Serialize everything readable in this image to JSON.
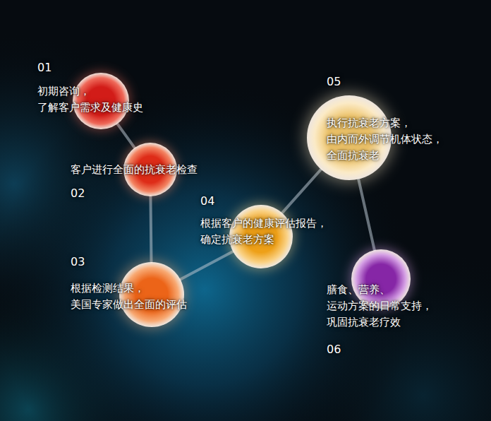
{
  "diagram": {
    "nodes": [
      {
        "text": [
          "01",
          "初期咨询， 了解客户需求及健康史"
        ]
      },
      {
        "text": [
          "客户进行全面的抗衰老检查",
          "02"
        ]
      },
      {
        "text": [
          "03",
          "根据检测结果， 美国专家做出全面的评估"
        ]
      },
      {
        "text": [
          "04",
          "根据客户的健康评估报告， 确定抗衰老方案"
        ]
      },
      {
        "text": [
          "05",
          "执行抗衰老方案， 由内而外调节机体状态， 全面抗衰老"
        ]
      },
      {
        "text": [
          "膳食、营养、 运动方案的日常支持， 巩固抗衰老疗效",
          "06"
        ]
      }
    ],
    "edges": [
      {
        "from": 0,
        "to": 1,
        "arrow": "none"
      },
      {
        "from": 1,
        "to": 2,
        "arrow": "none"
      },
      {
        "from": 2,
        "to": 3,
        "arrow": "none"
      },
      {
        "from": 3,
        "to": 4,
        "arrow": "none"
      },
      {
        "from": 4,
        "to": 5,
        "arrow": "none"
      }
    ]
  }
}
